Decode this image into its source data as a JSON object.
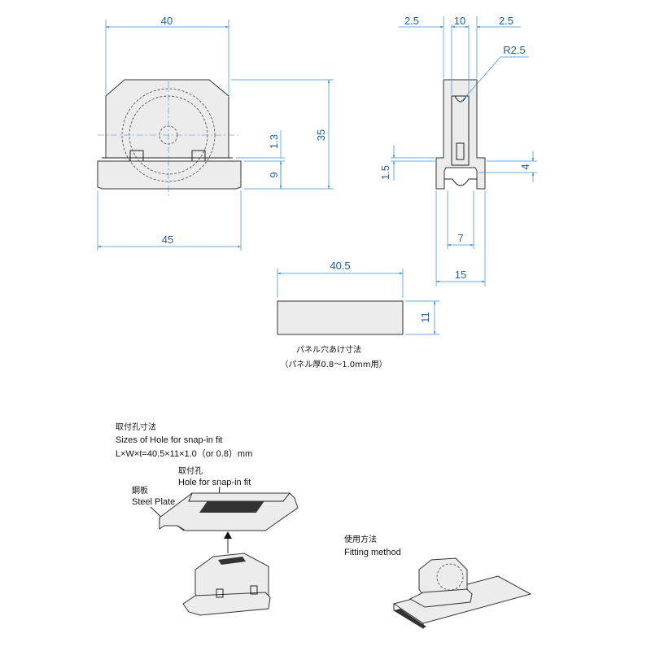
{
  "dimensions": {
    "front_width": "40",
    "front_height": "35",
    "base_width": "45",
    "dim_1_3": "1.3",
    "dim_9": "9",
    "side_2_5_left": "2.5",
    "side_10": "10",
    "side_2_5_right": "2.5",
    "radius": "R2.5",
    "side_1_5": "1.5",
    "side_4": "4",
    "side_7": "7",
    "side_15": "15",
    "panel_width": "40.5",
    "panel_height": "11"
  },
  "panel_caption": {
    "line1": "パネル穴あけ寸法",
    "line2": "（パネル厚0.8～1.0mm用）"
  },
  "mounting": {
    "title_jp": "取付孔寸法",
    "title_en": "Sizes of Hole for snap-in fit",
    "formula": "L×W×t=40.5×11×1.0（or 0.8）mm"
  },
  "labels": {
    "hole_jp": "取付孔",
    "hole_en": "Hole for snap-in fit",
    "plate_jp": "鋼板",
    "plate_en": "Steel Plate",
    "usage_jp": "使用方法",
    "usage_en": "Fitting method"
  },
  "colors": {
    "dimension": "#3a8ccf",
    "outline": "#222222",
    "part_fill": "#ececec"
  }
}
